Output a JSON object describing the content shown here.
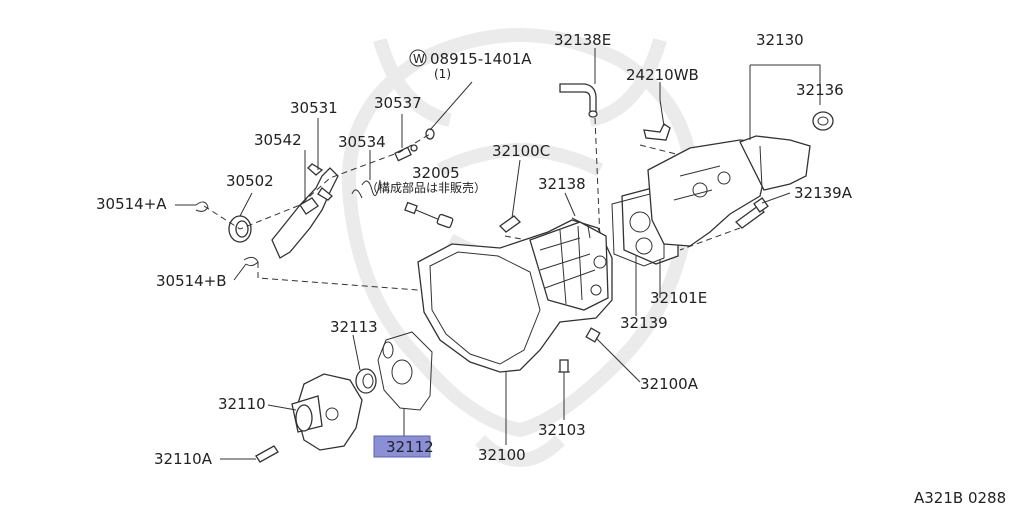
{
  "diagram": {
    "highlight_color": "#8a8fd6",
    "footer_code": "A321B 0288",
    "labels": {
      "p32138E": "32138E",
      "p32130": "32130",
      "p08915": "08915-1401A",
      "p08915_qty": "(1)",
      "p08915_prefix": "W",
      "p24210WB": "24210WB",
      "p32136": "32136",
      "p30531": "30531",
      "p30537": "30537",
      "p30542": "30542",
      "p30534": "30534",
      "p32100C": "32100C",
      "p32005": "32005",
      "p32005_note": "（構成部品は非販売）",
      "p30502": "30502",
      "p32138": "32138",
      "p32139A": "32139A",
      "p30514A": "30514+A",
      "p30514B": "30514+B",
      "p32101E": "32101E",
      "p32113": "32113",
      "p32139": "32139",
      "p32110": "32110",
      "p32100A": "32100A",
      "p32103": "32103",
      "p32112": "32112",
      "p32110A": "32110A",
      "p32100": "32100"
    }
  }
}
